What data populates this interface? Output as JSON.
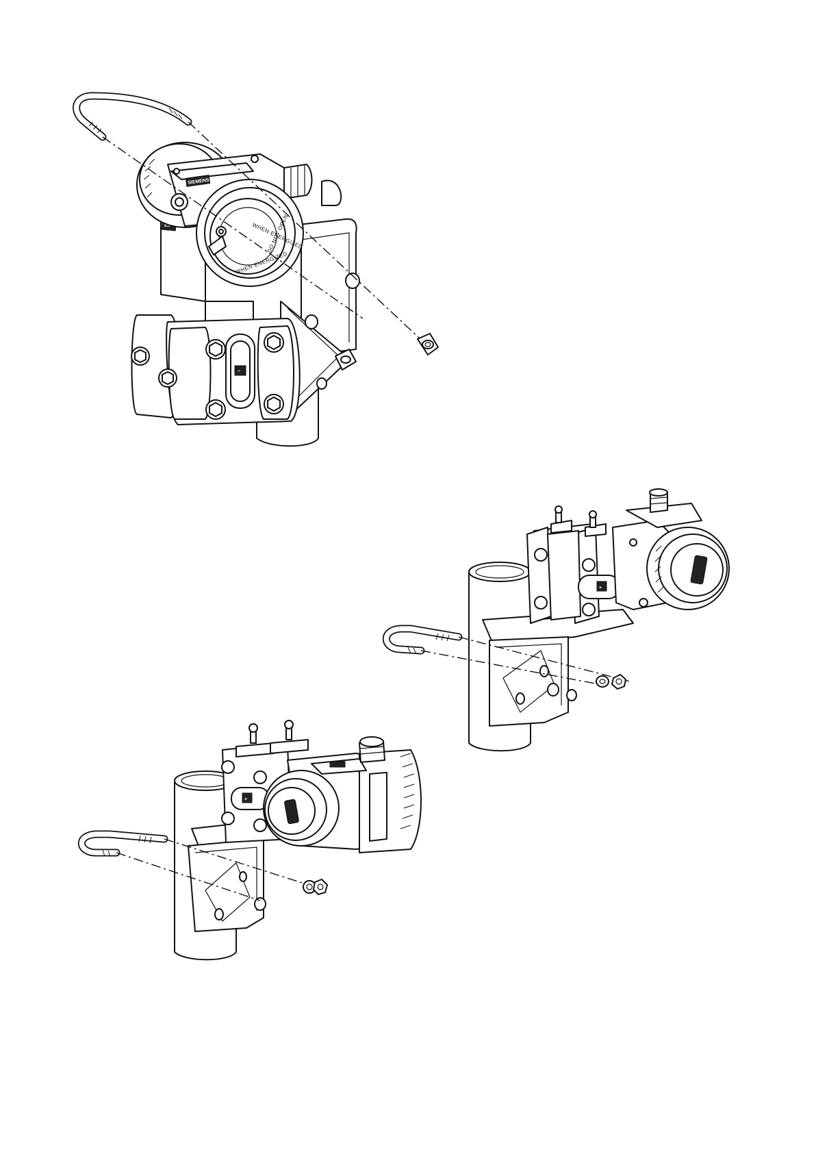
{
  "figure": {
    "labels": {
      "brand": "SIEMENS",
      "cover_warning_1": "DO NOT OPEN",
      "cover_warning_2": "WHEN ENERGIZED",
      "plus_mark": "+",
      "minus_mark": "−"
    },
    "views": [
      {
        "name": "pipe-mount-vertical"
      },
      {
        "name": "pipe-mount-horizontal-right"
      },
      {
        "name": "pipe-mount-horizontal-left"
      }
    ],
    "colors": {
      "line": "#111111",
      "paper": "#ffffff"
    }
  }
}
